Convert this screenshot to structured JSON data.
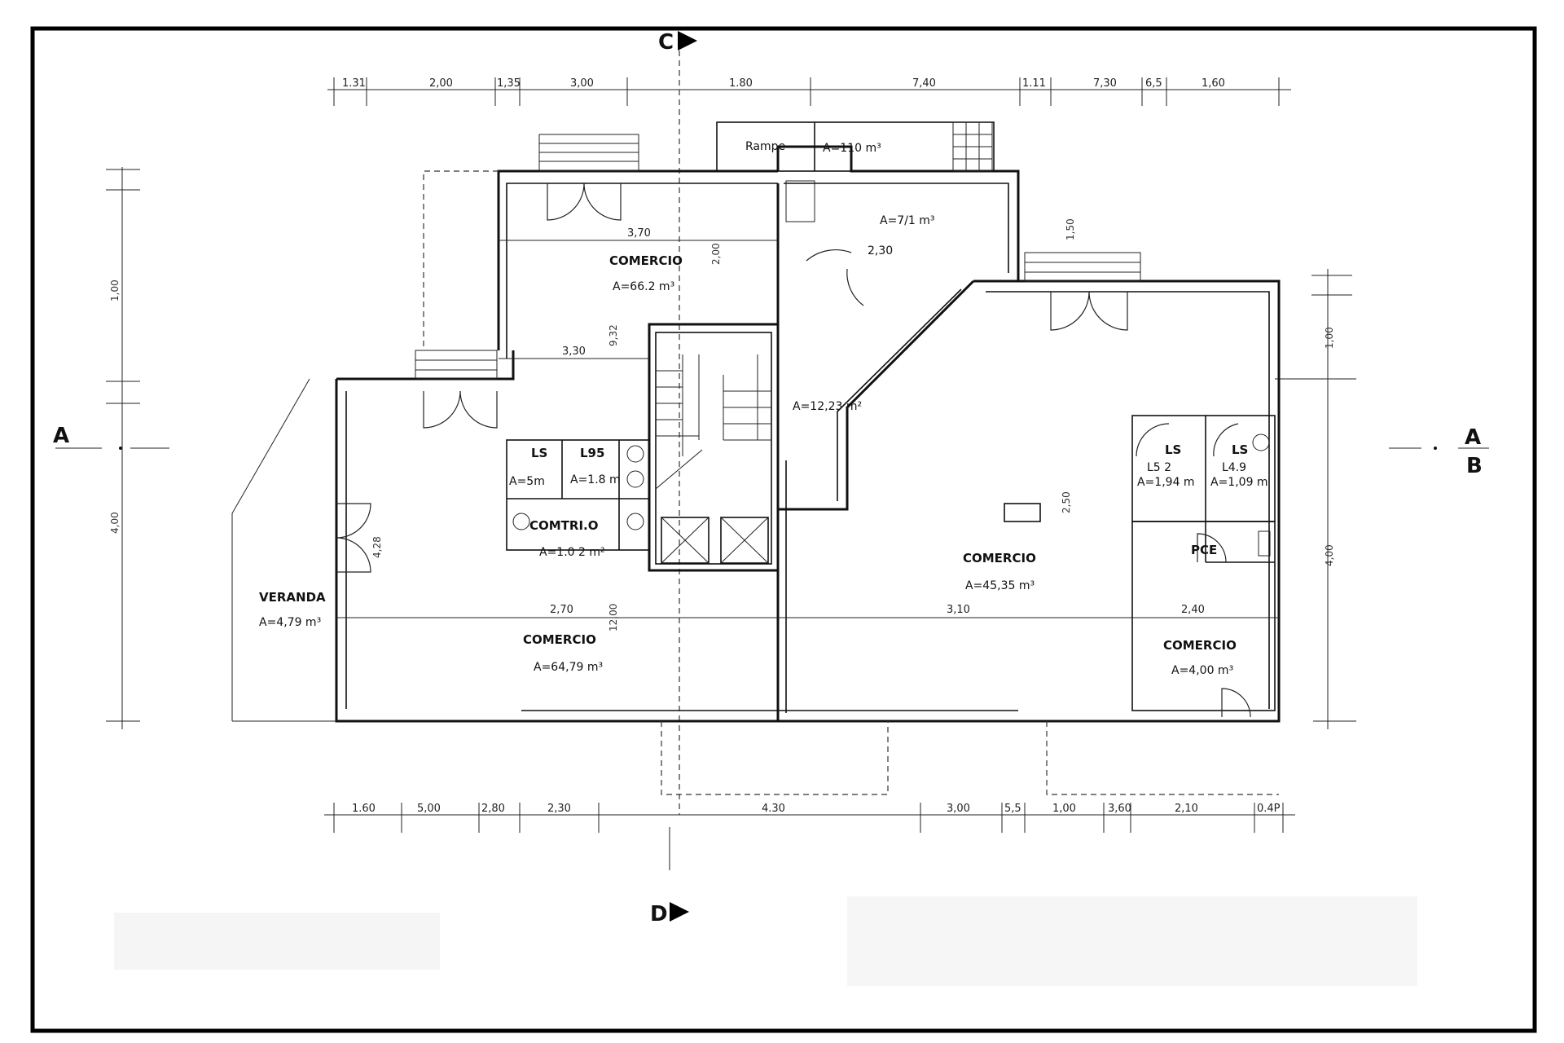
{
  "rooms": {
    "rampe": "Rampe",
    "rampe_area": "A=110 m³",
    "hall_area": "A=7/1 m³",
    "hall_dim": "2,30",
    "comercio_nw": "COMERCIO",
    "comercio_nw_area": "A=66.2 m³",
    "corridor_area": "A=12,23 m²",
    "ls1": "LS",
    "ls1_area": "A=5m",
    "ls2": "L95",
    "ls2_area": "A=1.8 m",
    "contrib": "COMTRI.O",
    "contrib_area": "A=1.0 2 m²",
    "veranda": "VERANDA",
    "veranda_area": "A=4,79 m³",
    "comercio_sw": "COMERCIO",
    "comercio_sw_area": "A=64,79 m³",
    "comercio_c": "COMERCIO",
    "comercio_c_area": "A=45,35 m³",
    "ls3": "LS",
    "ls3_sub": "L5 2",
    "ls3_area": "A=1,94 m",
    "ls4": "LS",
    "ls4_sub": "L4.9",
    "ls4_area": "A=1,09 m",
    "pce": "PCE",
    "comercio_e": "COMERCIO",
    "comercio_e_area": "A=4,00 m³"
  },
  "sections": {
    "a_left": "A",
    "a_right": "A",
    "b_right": "B",
    "c_top": "C",
    "d_bottom": "D"
  },
  "dims_top": [
    "1.31",
    "2,00",
    "1,35",
    "3,00",
    "1.80",
    "7,40",
    "1.11",
    "7,30",
    "6,5",
    "1,60"
  ],
  "dims_bottom": [
    "1.60",
    "5,00",
    "2,80",
    "2,30",
    "4.30",
    "3,00",
    "5,5",
    "1,00",
    "3,60",
    "2,10",
    "0.4P"
  ],
  "dims_inner": {
    "w_370": "3,70",
    "w_330": "3,30",
    "w_270": "2,70",
    "w_310": "3,10",
    "w_240": "2,40"
  },
  "dims_vertical": {
    "left_top": "1,00",
    "left_bottom": "4,00",
    "right_top": "1,00",
    "right_bottom": "4,00",
    "v_200": "2,00",
    "v_932": "9,32",
    "v_428": "4,28",
    "v_1200": "12,00",
    "v_250": "2,50",
    "v_150": "1,50"
  }
}
